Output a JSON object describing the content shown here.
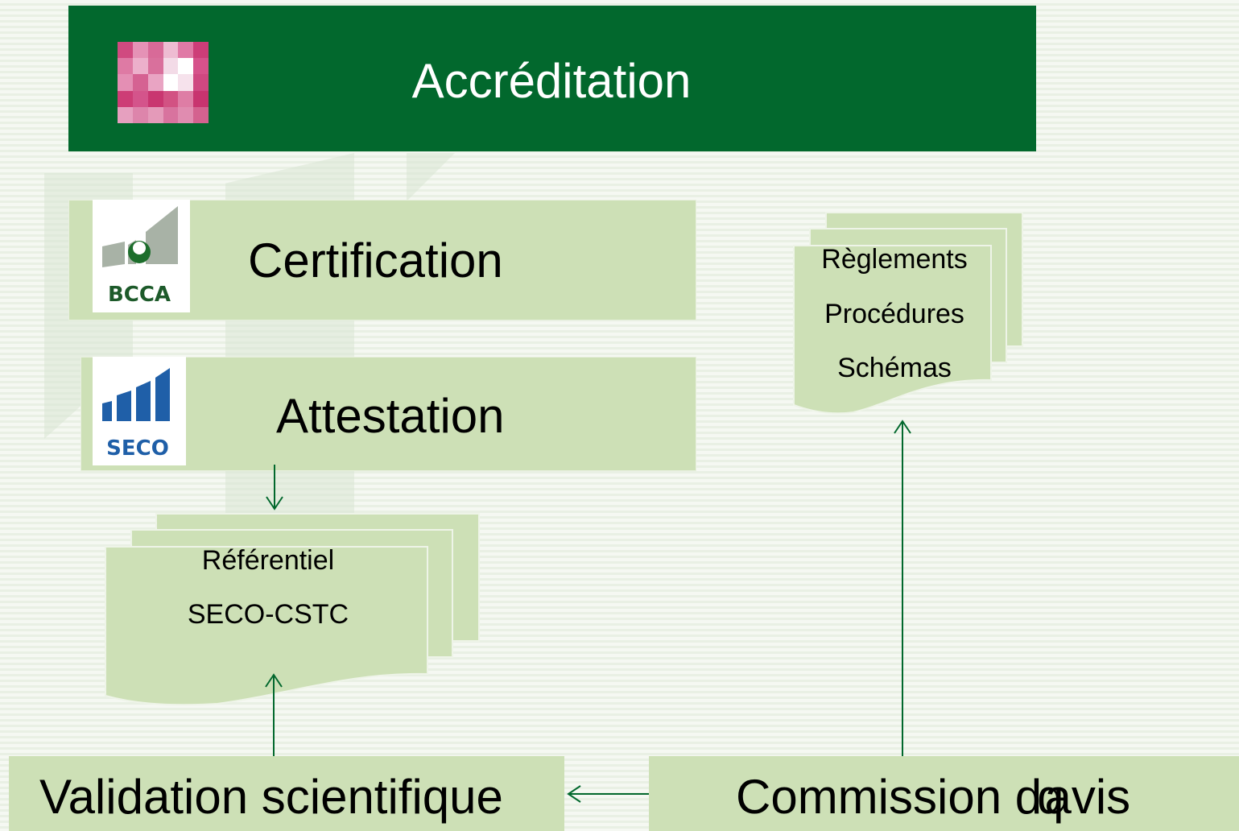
{
  "header": {
    "title": "Accréditation"
  },
  "certification": {
    "title": "Certification",
    "logo_text": "BCCA"
  },
  "attestation": {
    "title": "Attestation",
    "logo_text": "SECO"
  },
  "docs_right": {
    "lines": [
      "Règlements",
      "Procédures",
      "Schémas"
    ]
  },
  "docs_left": {
    "lines": [
      "Référentiel",
      "SECO-CSTC"
    ]
  },
  "bottom": {
    "validation": "Validation scientifique",
    "commission": "Commission d",
    "commission_rest": "avis",
    "commission_overlap": "q"
  },
  "colors": {
    "header_bg": "#02682d",
    "box_bg": "#cde0b6",
    "arrow": "#02682d"
  },
  "icons": [
    "pixelated-logo",
    "bcca-logo-icon",
    "seco-logo-icon"
  ]
}
